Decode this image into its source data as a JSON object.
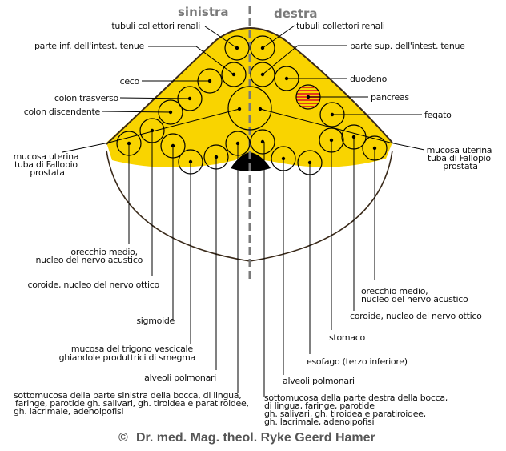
{
  "header": {
    "left_side": "sinistra",
    "right_side": "destra"
  },
  "colors": {
    "tissue": "#f9d400",
    "pancreas_stripe_a": "#e53a1c",
    "pancreas_stripe_b": "#f9d400",
    "midline": "#7a7a7a",
    "outline": "#3a2a1a"
  },
  "labels": {
    "left": {
      "tubuli": "tubuli collettori renali",
      "intestino_inf": "parte  inf.   dell'intest. tenue",
      "ceco": "ceco",
      "colon_trasverso": "colon trasverso",
      "colon_discendente": "colon discendente",
      "mucosa_uterina": [
        "mucosa uterina",
        "tuba di Fallopio",
        "prostata"
      ],
      "orecchio": [
        "orecchio medio,",
        "nucleo del nervo acustico"
      ],
      "coroide": "coroide, nucleo del nervo ottico",
      "sigmoide": "sigmoide",
      "trigono": [
        "mucosa del trigono vescicale",
        "ghiandole produttrici di smegma"
      ],
      "alveoli": "alveoli polmonari",
      "sottomucosa": [
        "sottomucosa della parte sinistra della bocca, di lingua,",
        "faringe, parotide gh. salivari, gh. tiroidea e paratiroidee,",
        "gh. lacrimale, adenoipofisi"
      ]
    },
    "right": {
      "tubuli": "tubuli collettori renali",
      "intestino_sup": "parte sup. dell'intest. tenue",
      "duodeno": "duodeno",
      "pancreas": "pancreas",
      "fegato": "fegato",
      "mucosa_uterina": [
        "mucosa uterina",
        "tuba di Fallopio",
        "prostata"
      ],
      "orecchio": [
        "orecchio medio,",
        "nucleo del nervo acustico"
      ],
      "coroide": "coroide, nucleo del nervo ottico",
      "stomaco": "stomaco",
      "esofago": "esofago (terzo inferiore)",
      "alveoli": "alveoli polmonari",
      "sottomucosa": [
        "sottomucosa della parte destra della bocca,",
        "di lingua, faringe, parotide",
        "gh. salivari, gh. tiroidea e paratiroidee,",
        "gh. lacrimale, adenoipofisi"
      ]
    }
  },
  "copyright": "Dr. med. Mag. theol. Ryke Geerd Hamer",
  "copyright_symbol": "©"
}
